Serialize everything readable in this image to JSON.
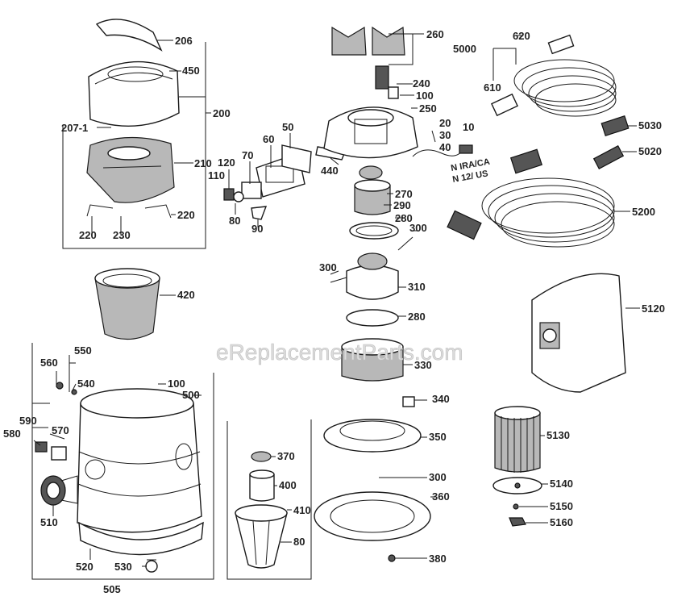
{
  "watermark": "eReplacementParts.com",
  "callouts": {
    "c206": "206",
    "c450": "450",
    "c200": "200",
    "c207_1": "207-1",
    "c210": "210",
    "c220a": "220",
    "c220b": "220",
    "c230": "230",
    "c420": "420",
    "c50": "50",
    "c60": "60",
    "c70": "70",
    "c120": "120",
    "c110": "110",
    "c80a": "80",
    "c90": "90",
    "c440": "440",
    "c260": "260",
    "c240": "240",
    "c100a": "100",
    "c250": "250",
    "c20": "20",
    "c30": "30",
    "c40": "40",
    "c10": "10",
    "plug_note_1": "N IRA/CA",
    "plug_note_2": "N 12/ US",
    "c270": "270",
    "c290": "290",
    "c280a": "280",
    "c300a": "300",
    "c300b": "300",
    "c310": "310",
    "c280b": "280",
    "c330": "330",
    "c340": "340",
    "c350": "350",
    "c300c": "300",
    "c360": "360",
    "c380": "380",
    "c620": "620",
    "c5000": "5000",
    "c610": "610",
    "c5030": "5030",
    "c5020": "5020",
    "c5200": "5200",
    "c5120": "5120",
    "c5130": "5130",
    "c5140": "5140",
    "c5150": "5150",
    "c5160": "5160",
    "c550": "550",
    "c560": "560",
    "c540": "540",
    "c100b": "100",
    "c500": "500",
    "c590": "590",
    "c570": "570",
    "c580": "580",
    "c510": "510",
    "c520": "520",
    "c530": "530",
    "c505": "505",
    "c370": "370",
    "c400": "400",
    "c410": "410",
    "c80b": "80"
  }
}
